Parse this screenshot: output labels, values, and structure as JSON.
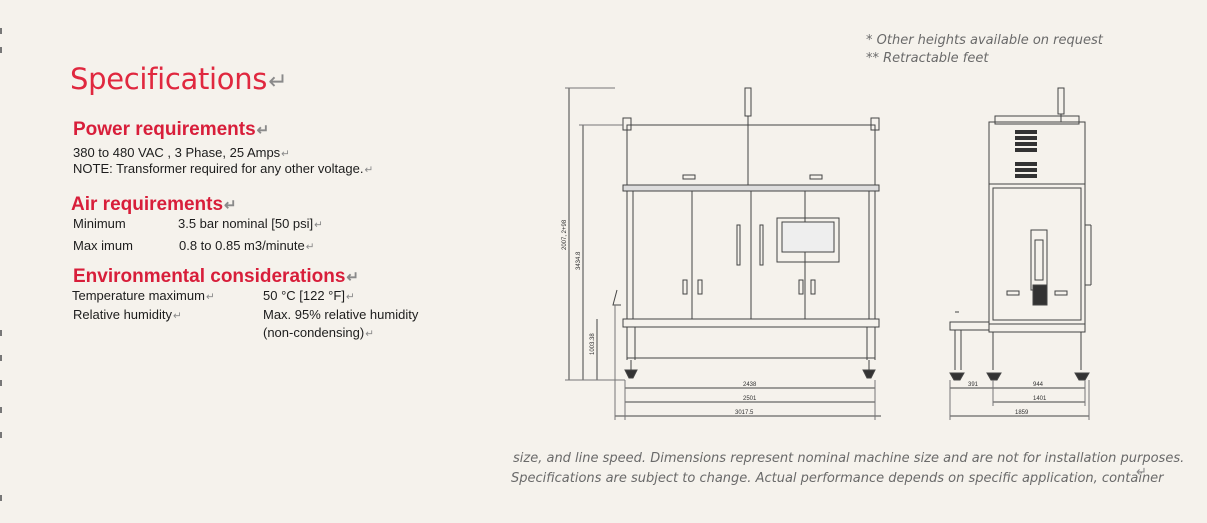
{
  "title": "Specifications",
  "return_mark": "↵",
  "power": {
    "heading": "Power requirements",
    "line1": "380 to 480 VAC , 3 Phase, 25 Amps",
    "line2": "NOTE: Transformer required for any other voltage."
  },
  "air": {
    "heading": "Air requirements",
    "rows": [
      {
        "label": "Minimum",
        "value": "3.5 bar nominal [50 psi]"
      },
      {
        "label": "Max imum",
        "value": "0.8 to 0.85 m3/minute"
      }
    ]
  },
  "environment": {
    "heading": "Environmental considerations",
    "rows": [
      {
        "label": "Temperature maximum",
        "value": "50 °C [122 °F]"
      },
      {
        "label": "Relative humidity",
        "value": "Max. 95% relative humidity",
        "value2": "(non-condensing)"
      }
    ]
  },
  "notes": {
    "line1": "* Other heights available on request",
    "line2": "** Retractable feet"
  },
  "footer": {
    "line1": "size, and line speed. Dimensions represent nominal machine size and are not for installation purposes.",
    "line2": "Specifications are subject to change. Actual performance depends on specific application, container"
  },
  "drawing": {
    "front_dims": [
      "2438",
      "2501",
      "3017.5"
    ],
    "front_heights": [
      "2007, 2+98",
      "3434.8",
      "1003.38"
    ],
    "side_dims": [
      "391",
      "944",
      "1401",
      "1859"
    ]
  }
}
